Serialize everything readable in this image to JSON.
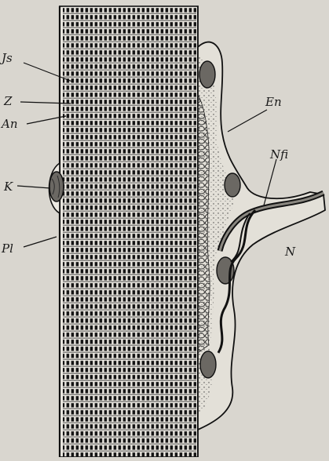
{
  "figure": {
    "labels": {
      "js": "Js",
      "z": "Z",
      "an": "An",
      "k": "K",
      "pl": "Pl",
      "en": "En",
      "nfi": "Nfi",
      "n": "N"
    },
    "colors": {
      "paper": "#d9d6cf",
      "ink": "#1a1a1a",
      "fiber_fill": "#e9e6df",
      "nucleus_fill": "#6b6863"
    }
  }
}
